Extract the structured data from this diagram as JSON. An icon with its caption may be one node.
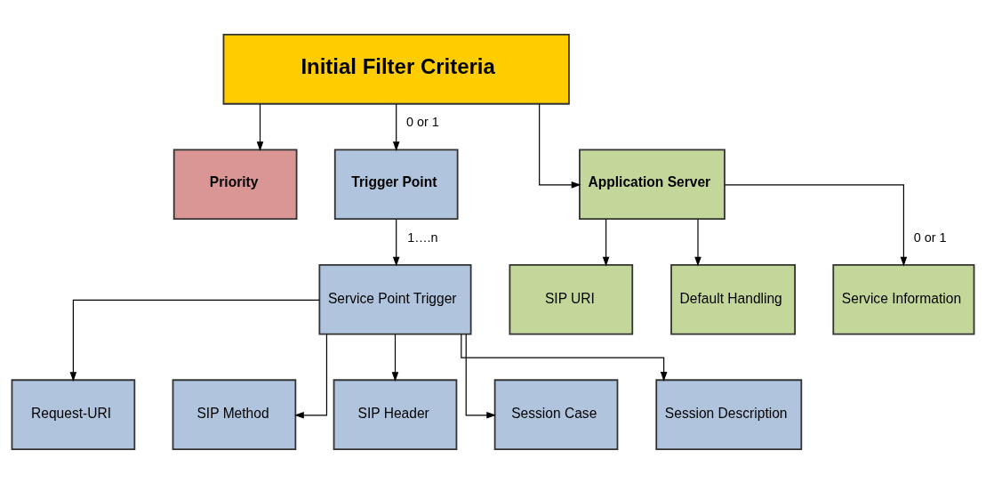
{
  "diagram": {
    "nodes": [
      {
        "text": [
          "Initial Filter Criteria"
        ]
      },
      {
        "text": [
          "Priority"
        ]
      },
      {
        "text": [
          "Trigger Point"
        ]
      },
      {
        "text": [
          "Application Server"
        ]
      },
      {
        "text": [
          "Service Point Trigger"
        ]
      },
      {
        "text": [
          "SIP URI"
        ]
      },
      {
        "text": [
          "Default Handling"
        ]
      },
      {
        "text": [
          "Service Information"
        ]
      },
      {
        "text": [
          "Request-URI"
        ]
      },
      {
        "text": [
          "SIP Method"
        ]
      },
      {
        "text": [
          "SIP Header"
        ]
      },
      {
        "text": [
          "Session Case"
        ]
      },
      {
        "text": [
          "Session Description"
        ]
      }
    ],
    "edges": [
      {
        "from": 0,
        "to": 1,
        "arrow": "to"
      },
      {
        "from": 0,
        "to": 2,
        "arrow": "to",
        "label": "0 or 1"
      },
      {
        "from": 0,
        "to": 3,
        "arrow": "to"
      },
      {
        "from": 2,
        "to": 4,
        "arrow": "to",
        "label": "1….n"
      },
      {
        "from": 3,
        "to": 5,
        "arrow": "to"
      },
      {
        "from": 3,
        "to": 6,
        "arrow": "to"
      },
      {
        "from": 3,
        "to": 7,
        "arrow": "to",
        "label": "0 or 1"
      },
      {
        "from": 4,
        "to": 8,
        "arrow": "to"
      },
      {
        "from": 4,
        "to": 9,
        "arrow": "to"
      },
      {
        "from": 4,
        "to": 10,
        "arrow": "to"
      },
      {
        "from": 4,
        "to": 11,
        "arrow": "to"
      },
      {
        "from": 4,
        "to": 12,
        "arrow": "to"
      }
    ]
  }
}
